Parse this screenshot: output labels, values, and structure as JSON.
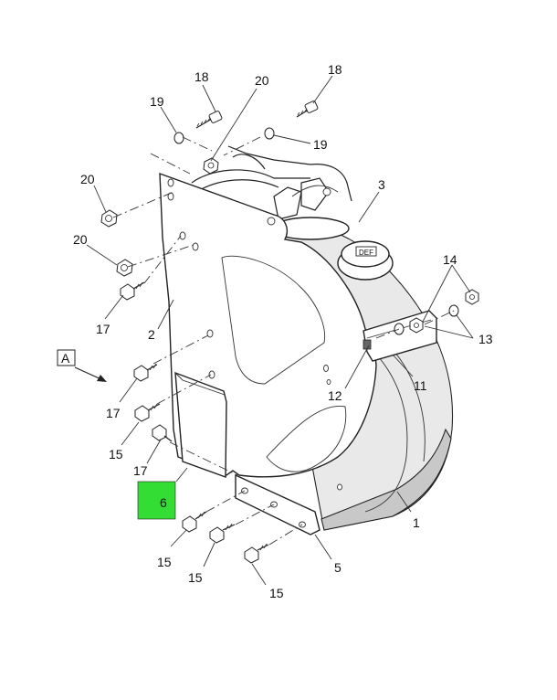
{
  "diagram": {
    "view_label": "A",
    "highlight_color": "#33dd33",
    "callouts": {
      "c18a": "18",
      "c20a": "20",
      "c19a": "19",
      "c18b": "18",
      "c19b": "19",
      "c20b": "20",
      "c20c": "20",
      "c3": "3",
      "c14": "14",
      "c13": "13",
      "c17a": "17",
      "c2": "2",
      "c12": "12",
      "c11": "11",
      "c17b": "17",
      "c15a": "15",
      "c17c": "17",
      "c6": "6",
      "c1": "1",
      "c15b": "15",
      "c15c": "15",
      "c5": "5",
      "c15d": "15"
    }
  }
}
